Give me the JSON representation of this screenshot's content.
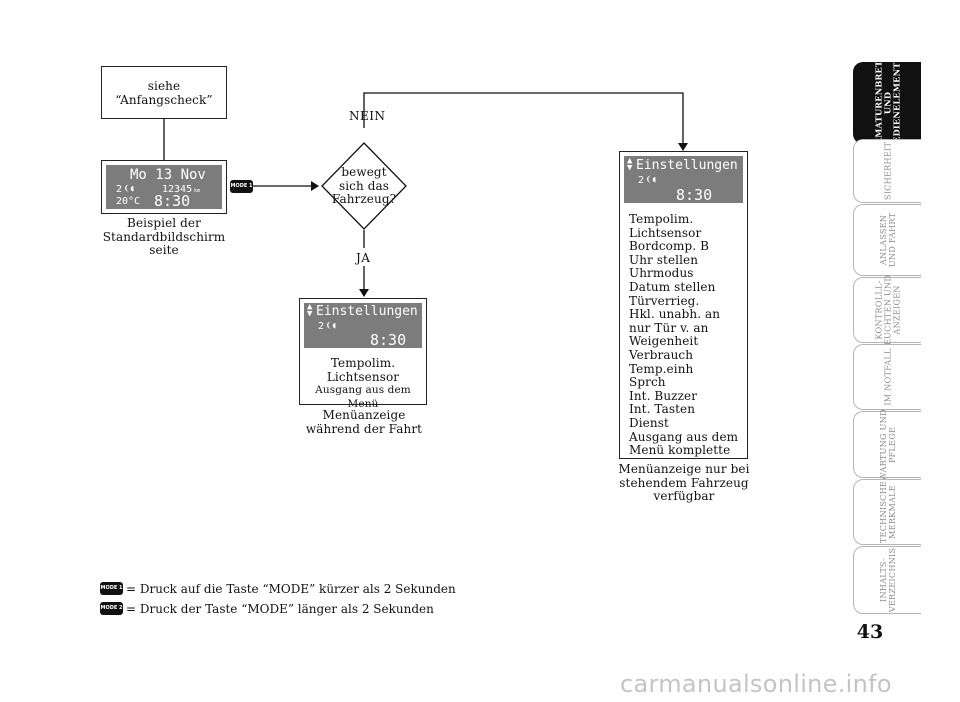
{
  "diagram": {
    "box_check": {
      "line1": "siehe",
      "line2": "“Anfangscheck”"
    },
    "standard_screen": {
      "lcd": {
        "date": "Mo 13 Nov",
        "gear": "2",
        "odometer": "12345",
        "odometer_unit": "km",
        "temperature": "20°C",
        "time": "8:30"
      },
      "caption": [
        "Beispiel der",
        "Standardbildschirm",
        "seite"
      ]
    },
    "mode_short_label": "MODE 1",
    "decision": {
      "line1": "bewegt",
      "line2": "sich das",
      "line3": "Fahrzeug?",
      "no_label": "NEIN",
      "yes_label": "JA"
    },
    "driving_menu": {
      "lcd": {
        "title": "Einstellungen",
        "gear": "2",
        "time": "8:30"
      },
      "lines": [
        "Tempolim.",
        "Lichtsensor",
        "Ausgang aus dem Menü"
      ],
      "caption": [
        "Menüanzeige",
        "während der Fahrt"
      ]
    },
    "stationary_menu": {
      "lcd": {
        "title": "Einstellungen",
        "gear": "2",
        "time": "8:30"
      },
      "items": [
        "Tempolim.",
        "Lichtsensor",
        "Bordcomp. B",
        "Uhr stellen",
        "Uhrmodus",
        "Datum stellen",
        "Türverrieg.",
        "Hkl. unabh. an",
        "nur Tür v. an",
        "Weigenheit",
        "Verbrauch",
        "Temp.einh",
        "Sprch",
        "Int. Buzzer",
        "Int. Tasten",
        "Dienst",
        "Ausgang aus dem",
        "Menü komplette"
      ],
      "caption": [
        "Menüanzeige nur bei",
        "stehendem Fahrzeug",
        "verfügbar"
      ]
    }
  },
  "legend": [
    {
      "key": "MODE 1",
      "text": "= Druck auf die Taste “MODE” kürzer als 2 Sekunden"
    },
    {
      "key": "MODE 2",
      "text": "= Druck der Taste “MODE” länger als 2 Sekunden"
    }
  ],
  "tabs": [
    {
      "line1": "ARMATURENBRETT",
      "line2": "UND",
      "line3": "BEDIENELEMENTE",
      "active": true
    },
    {
      "line1": "SICHERHEIT",
      "line2": "",
      "line3": "",
      "active": false
    },
    {
      "line1": "ANLASSEN",
      "line2": "UND FAHRT",
      "line3": "",
      "active": false
    },
    {
      "line1": "KONTROLLL-",
      "line2": "EUCHTEN UND",
      "line3": "ANZEIGEN",
      "active": false
    },
    {
      "line1": "IM NOTFALL",
      "line2": "",
      "line3": "",
      "active": false
    },
    {
      "line1": "WARTUNG UND",
      "line2": "PFLEGE",
      "line3": "",
      "active": false
    },
    {
      "line1": "TECHNISCHE",
      "line2": "MERKMALE",
      "line3": "",
      "active": false
    },
    {
      "line1": "INHALTS-",
      "line2": "VERZEICHNIS",
      "line3": "",
      "active": false
    }
  ],
  "page_number": "43",
  "watermark": "carmanualsonline.info",
  "colors": {
    "lcd_background": "#7c7c7c",
    "active_tab": "#111111",
    "ink": "#111111"
  }
}
